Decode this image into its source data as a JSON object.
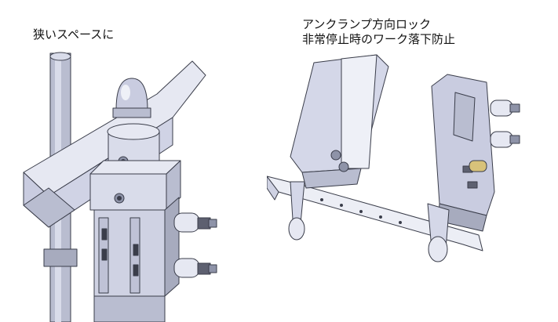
{
  "figure_left": {
    "caption": "狭いスペースに"
  },
  "figure_right": {
    "caption_line1": "アンクランプ方向ロック",
    "caption_line2": "非常停止時のワーク落下防止"
  },
  "colors": {
    "background": "#ffffff",
    "text": "#111111",
    "steel_light": "#d9dcea",
    "steel_mid": "#b9bdd0",
    "steel_dark": "#8e93a8",
    "outline": "#3a3d4a",
    "brass": "#d8c27a"
  }
}
